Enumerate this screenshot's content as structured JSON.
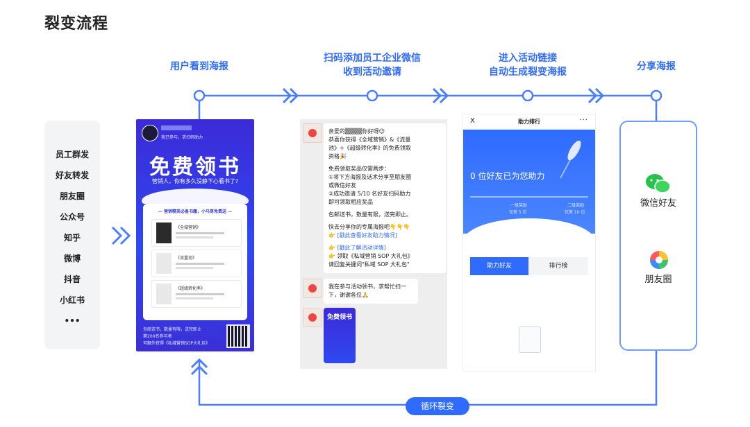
{
  "title": "裂变流程",
  "steps": [
    {
      "label": "用户看到海报"
    },
    {
      "line1": "扫码添加员工企业微信",
      "line2": "收到活动邀请"
    },
    {
      "line1": "进入活动链接",
      "line2": "自动生成裂变海报"
    },
    {
      "label": "分享海报"
    }
  ],
  "channels": [
    "员工群发",
    "好友转发",
    "朋友圈",
    "公众号",
    "知乎",
    "微博",
    "抖音",
    "小红书",
    "•••"
  ],
  "poster": {
    "join_text": "我已参与，求扫码助力",
    "headline": "免费领书",
    "subline": "营销人，你有多久没静下心看书了?",
    "card_header": "— 营销精英必备书籍，小马哥免费送 —",
    "books": [
      "《全域营销》",
      "《流量池》",
      "《超级转化率》"
    ],
    "footer_line1": "包邮送书，数量有限，送完即止",
    "footer_line2": "第200名参与者",
    "footer_line3": "可额外获得《私域营销SOP大礼包》"
  },
  "chat": {
    "msg1": [
      "亲爱的▒▒▒▒你好呀😉",
      "恭喜你获得《全域营销》&《流量",
      "池》+《超级转化率》的免费领取",
      "资格🎉",
      "",
      "免费领取奖品仅需两步：",
      "①将下方海报及话术分享至朋友圈",
      "或微信好友",
      "②成功邀请 5/10 名好友扫码助力",
      "即可领取相应奖品",
      "",
      "包邮送书，数量有限，送完即止。",
      "",
      "快去分享你的专属海报吧👇👇👇"
    ],
    "link1": "👉 [戳此查看好友助力情况]",
    "link2": "👉 [戳此了解活动详情]",
    "msg1_tail1": "👉 领取《私域营销 SOP 大礼包》",
    "msg1_tail2": "请回复关键词\"私域 SOP 大礼包\"",
    "msg2": "我在参与活动领书，求帮忙扫一下，谢谢各位🙏",
    "mini_headline": "免费领书"
  },
  "activity": {
    "header_title": "助力排行",
    "close_glyph": "X",
    "more_glyph": "···",
    "zero_text": "0 位好友已为您助力",
    "level1_name": "一级奖励",
    "level1_need": "仅差 5 位",
    "level2_name": "二级奖励",
    "level2_need": "仅差 10 位",
    "tab_assist": "助力好友",
    "tab_rank": "排行榜"
  },
  "share": {
    "wechat_label": "微信好友",
    "moments_label": "朋友圈"
  },
  "loop_label": "循环裂变",
  "colors": {
    "accent": "#2f6bff",
    "line": "#4a7dff"
  }
}
